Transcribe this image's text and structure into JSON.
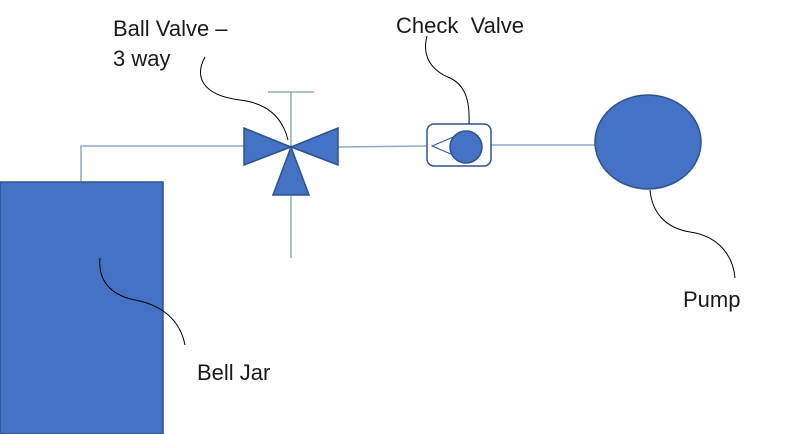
{
  "labels": {
    "ball_valve_line1": "Ball Valve –",
    "ball_valve_line2": "3 way",
    "check_valve": "Check  Valve",
    "pump": "Pump",
    "bell_jar": "Bell Jar"
  },
  "colors": {
    "component_fill": "#4472C4",
    "component_stroke": "#2F528F",
    "pipe": "#8EA9C8",
    "leader": "#000000"
  }
}
